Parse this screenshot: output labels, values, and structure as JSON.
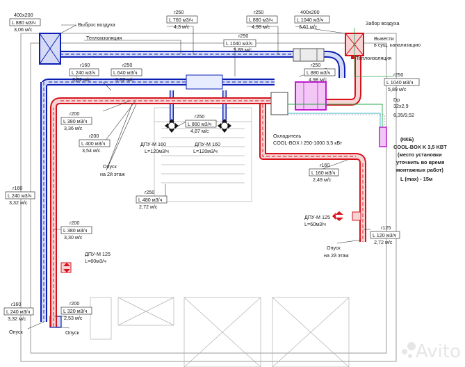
{
  "labels": {
    "dim_tl": {
      "size": "400x200",
      "flow": "L 880 м3/ч",
      "speed": "3,06 м/с"
    },
    "vybros": "Выброс воздуха",
    "teploiz1": "Теплоизоляция",
    "d250_top": {
      "d": "ɾ250",
      "flow": "L 760 м3/ч",
      "speed": "4,3 м/с"
    },
    "d250_top2": {
      "d": "ɾ250",
      "flow": "L 880 м3/ч",
      "speed": "4,98 м/с"
    },
    "dim_tr": {
      "size": "400x200",
      "flow": "L 1040 м3/ч",
      "speed": "3,61 м/с"
    },
    "zabor": "Забор воздуха",
    "vyvesti": [
      "Вывести",
      "в сущ. канализацию"
    ],
    "d250_mid": {
      "d": "ɾ250",
      "flow": "L 1040 м3/ч",
      "speed": "5,89 м/с"
    },
    "d160_a": {
      "d": "ɾ160",
      "flow": "L 240 м3/ч",
      "speed": "3,32 м/с"
    },
    "d250_b": {
      "d": "ɾ250",
      "flow": "L 640 м3/ч",
      "speed": "3,62 м/с"
    },
    "teploiz2": "Теплоизоляция",
    "d250_c": {
      "d": "ɾ250",
      "flow": "L 880 м3/ч",
      "speed": "4,98 м/с"
    },
    "d250_d": {
      "d": "ɾ250",
      "flow": "L 1040 м3/ч",
      "speed": "5,89 м/с"
    },
    "dp": {
      "d": "Dp",
      "v": "32x2,9"
    },
    "pipes": "6,35/9,52",
    "d200_a": {
      "d": "ɾ200",
      "flow": "L 380 м3/ч",
      "speed": "3,36 м/с"
    },
    "d250_e": {
      "d": "ɾ250",
      "flow": "L 860 м3/ч",
      "speed": "4,87 м/с"
    },
    "ohladitel": [
      "Охладитель",
      "COOL-BOX I 250-1000 3,5 кВт"
    ],
    "kkb": [
      "(ККБ)",
      "COOL-BOX K 3,5 KBT",
      "(место установки",
      "уточнить во время",
      "монтажных работ)",
      "L (max) - 15м"
    ],
    "d200_b": {
      "d": "ɾ200",
      "flow": "L 400 м3/ч",
      "speed": "3,54 м/с"
    },
    "dpu160_a": {
      "name": "ДПУ-М 160",
      "flow": "L=120м3/ч"
    },
    "dpu160_b": {
      "name": "ДПУ-М 160",
      "flow": "L=120м3/ч"
    },
    "opusk2_l": [
      "Опуск",
      "на 2й этаж"
    ],
    "d160_b": {
      "d": "ɾ160",
      "flow": "L 160 м3/ч",
      "speed": "2,49 м/с"
    },
    "d250_f": {
      "d": "ɾ250",
      "flow": "L 480 м3/ч",
      "speed": "2,72 м/с"
    },
    "d160_c": {
      "d": "ɾ160",
      "flow": "L 240 м3/ч",
      "speed": "3,32 м/с"
    },
    "dpu125_r": {
      "name": "ДПУ-М 125",
      "flow": "L=60м3/ч"
    },
    "d200_c": {
      "d": "ɾ200",
      "flow": "L 380 м3/ч",
      "speed": "3,30 м/с"
    },
    "d125_r": {
      "d": "ɾ125",
      "flow": "L 120 м3/ч",
      "speed": "2,72 м/с"
    },
    "opusk2_r": [
      "Опуск",
      "на 2й этаж"
    ],
    "dpu125_l": {
      "name": "ДПУ-М 125",
      "flow": "L=60м3/ч"
    },
    "d160_d": {
      "d": "ɾ160",
      "flow": "L 240 м3/ч",
      "speed": "3,32 м/с"
    },
    "d200_d": {
      "d": "ɾ200",
      "flow": "L 320 м3/ч",
      "speed": "2,53 м/с"
    },
    "opusk_a": "Опуск",
    "opusk_b": "Опуск",
    "watermark": "Avito"
  },
  "colors": {
    "supply": "#d7121b",
    "exhaust": "#0b1fb5",
    "recuperator": "#c01bd0",
    "refrigerant": "#3cb6c9"
  }
}
